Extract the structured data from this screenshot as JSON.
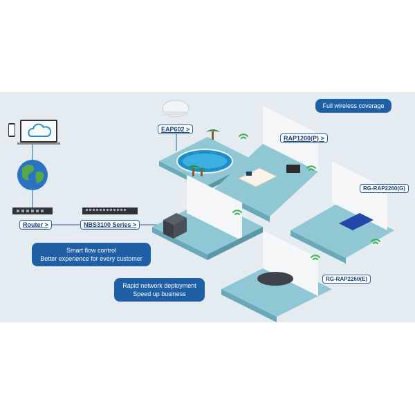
{
  "labels": {
    "full_coverage": "Full wireless coverage",
    "eap602": "EAP602 >",
    "rap1200": "RAP1200(P) >",
    "rap2260g": "RG-RAP2260(G)",
    "rap2260e": "RG-RAP2260(E)",
    "router": "Router >",
    "nbs3100": "NBS3100 Series >"
  },
  "pills": {
    "smart_flow": [
      "Smart flow control",
      "Better experience for every customer"
    ],
    "rapid_deploy": [
      "Rapid network deployment",
      "Speed up business"
    ]
  },
  "colors": {
    "background": "#e4ebf1",
    "accent": "#1f5fa6",
    "label_text": "#1b3f7a",
    "floor": "#8fc7d4",
    "wall": "#f4f6f8",
    "wifi": "#37b24d"
  },
  "icons": [
    "laptop-icon",
    "cloud-icon",
    "globe-icon",
    "router-icon",
    "switch-icon",
    "access-point-icon",
    "wifi-icon",
    "palm-tree-icon",
    "pool-icon",
    "bed-icon",
    "sofa-icon",
    "server-rack-icon",
    "meeting-table-icon",
    "tv-icon"
  ]
}
